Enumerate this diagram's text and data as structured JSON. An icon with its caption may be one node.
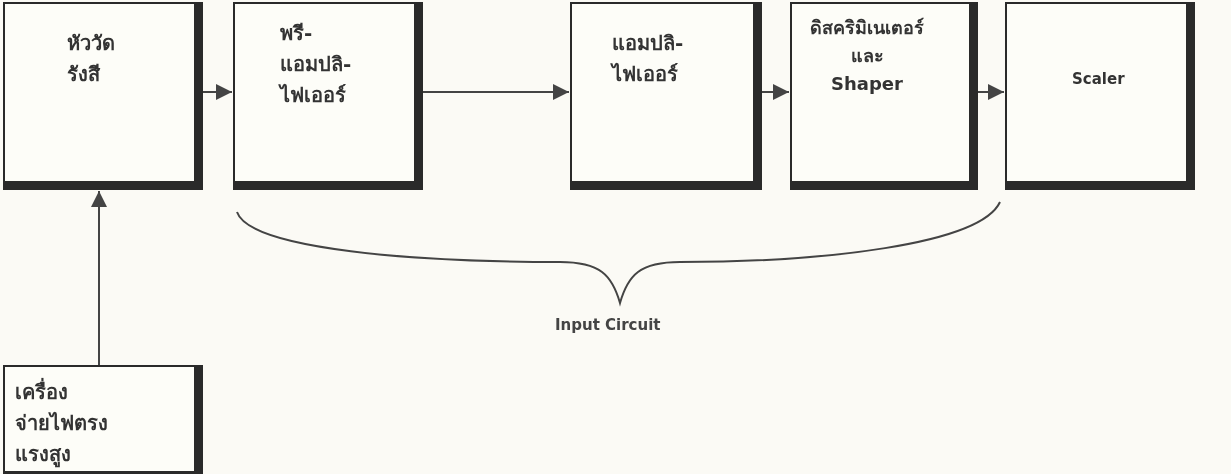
{
  "diagram": {
    "nodes": [
      {
        "text": [
          "หัววัด รังสี"
        ]
      },
      {
        "text": [
          "พรี- แอมปลิ- ไฟเออร์"
        ]
      },
      {
        "text": [
          "แอมปลิ- ไฟเออร์"
        ]
      },
      {
        "text": [
          "ดิสคริมิเนเตอร์ และ Shaper"
        ]
      },
      {
        "text": [
          "Scaler"
        ]
      },
      {
        "text": [
          "เครื่อง จ่ายไฟตรง แรงสูง"
        ]
      }
    ],
    "edges": [
      {
        "from": 0,
        "to": 1,
        "arrow": "to"
      },
      {
        "from": 1,
        "to": 2,
        "arrow": "to"
      },
      {
        "from": 2,
        "to": 3,
        "arrow": "to"
      },
      {
        "from": 3,
        "to": 4,
        "arrow": "to"
      },
      {
        "from": 5,
        "to": 0,
        "arrow": "to"
      }
    ],
    "labels": [
      "Input Circuit"
    ]
  }
}
